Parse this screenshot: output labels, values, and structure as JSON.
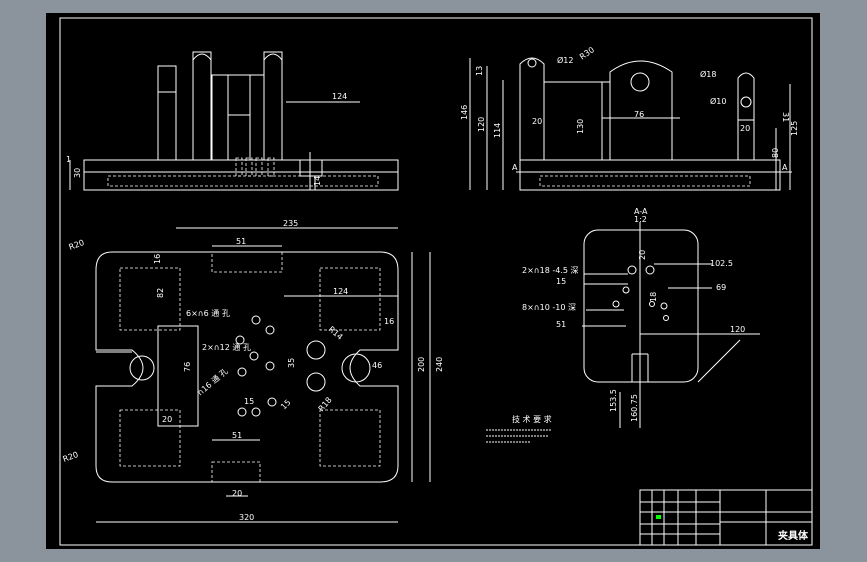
{
  "title_block": {
    "part_name": "夹具体",
    "scale": "1:2"
  },
  "section_label": "A-A",
  "tech_req_title": "技 术 要 求",
  "front_view": {
    "dims": [
      "124",
      "30",
      "14",
      "1"
    ]
  },
  "side_view": {
    "dims": [
      "Ø12",
      "R30",
      "Ø18",
      "Ø10",
      "146",
      "13",
      "120",
      "114",
      "20",
      "130",
      "76",
      "20",
      "31",
      "125",
      "80",
      "A",
      "A"
    ]
  },
  "top_view": {
    "dims": [
      "235",
      "51",
      "16",
      "82",
      "124",
      "16",
      "R14",
      "76",
      "R18",
      "15",
      "15",
      "35",
      "46",
      "200",
      "240",
      "20",
      "51",
      "20",
      "320",
      "R20",
      "R20"
    ],
    "notes": [
      "6×∩6 通 孔",
      "2×∩12 通 孔",
      "∩16 通 孔"
    ]
  },
  "section_view": {
    "dims": [
      "102.5",
      "69",
      "120",
      "15",
      "51",
      "20",
      "18",
      "153.5",
      "160.75"
    ],
    "notes": [
      "2×∩18 -4.5 深",
      "8×∩10 -10 深"
    ]
  },
  "colors": {
    "frame": "#8b939d",
    "sheet": "#000000",
    "line": "#ffffff",
    "accent": "#00ff00"
  }
}
